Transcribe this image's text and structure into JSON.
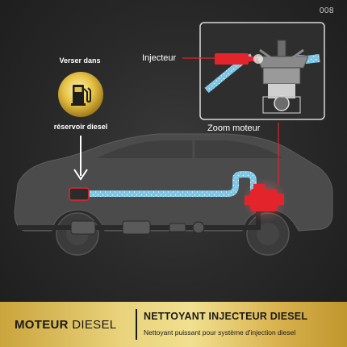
{
  "page_number": "008",
  "labels": {
    "verser": "Verser dans",
    "reservoir": "réservoir diesel",
    "injecteur": "Injecteur",
    "zoom": "Zoom moteur"
  },
  "footer": {
    "brand_bold": "MOTEUR",
    "brand_light": "DIESEL",
    "product": "NETTOYANT INJECTEUR DIESEL",
    "description": "Nettoyant puissant pour système d'injection diesel"
  },
  "colors": {
    "fuel_line": "#8ecde8",
    "highlight_red": "#e3242b",
    "gold": "#e9d37c",
    "car_body": "#4b4b4b"
  },
  "icons": [
    "fuel-pump-icon",
    "down-arrow-icon",
    "engine-icon",
    "turbo-icon"
  ]
}
